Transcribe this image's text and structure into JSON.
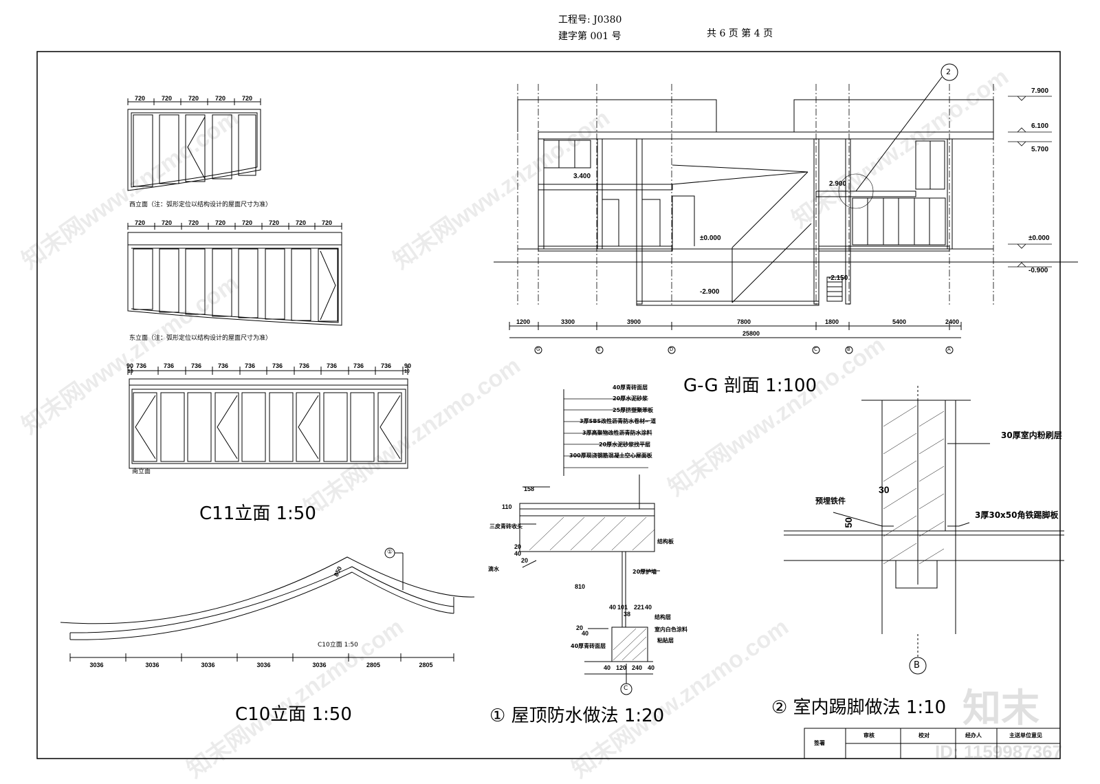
{
  "header": {
    "project_no": "工程号: J0380",
    "doc_no": "建字第   001   号",
    "pages": "共 6 页   第 4 页"
  },
  "drawings": {
    "c11": {
      "title": "C11立面   1:50",
      "west_caption": "西立面（注：弧形定位以结构设计的屋面尺寸为准）",
      "east_caption": "东立面（注：弧形定位以结构设计的屋面尺寸为准）",
      "south_caption": "南立面",
      "west_dims": [
        "720",
        "720",
        "720",
        "720",
        "720"
      ],
      "east_dims": [
        "720",
        "720",
        "720",
        "720",
        "720",
        "720",
        "720",
        "720"
      ],
      "south_dims": [
        "90",
        "736",
        "736",
        "736",
        "736",
        "736",
        "736",
        "736",
        "736",
        "736",
        "736",
        "90"
      ],
      "south_small_dims": [
        "10",
        "10"
      ]
    },
    "c10": {
      "title": "C10立面  1:50",
      "inner_caption": "C10立面  1:50",
      "ridge_dim": "850",
      "dims": [
        "3036",
        "3036",
        "3036",
        "3036",
        "3036",
        "2805",
        "2805"
      ],
      "callout": "①"
    },
    "gg": {
      "title": "G-G  剖面   1:100",
      "callout": "2",
      "elevations_right": [
        "7.900",
        "6.100",
        "5.700",
        "±0.000",
        "-0.900"
      ],
      "levels_inside": [
        "3.400",
        "2.900",
        "±0.000",
        "-2.150",
        "-2.900"
      ],
      "dims": [
        "1200",
        "3300",
        "3900",
        "7800",
        "1800",
        "5400",
        "2400"
      ],
      "total": "25800",
      "axes": [
        "G",
        "E",
        "D",
        "C",
        "B",
        "A"
      ]
    },
    "roof": {
      "title": "① 屋顶防水做法   1:20",
      "layers": [
        "40厚青砖面层",
        "20厚水泥砂浆",
        "25厚挤塑聚苯板",
        "3厚SBS改性沥青防水卷材一道",
        "3厚高聚物改性沥青防水涂料",
        "20厚水泥砂浆找平层",
        "300厚现浇钢筋混凝土空心屋面板"
      ],
      "dims_top": [
        "158"
      ],
      "dims_left": [
        "110",
        "20",
        "40",
        "20",
        "810",
        "20",
        "40"
      ],
      "dims_bottom": [
        "40",
        "120",
        "240",
        "40"
      ],
      "dims_mid": [
        "40",
        "101",
        "221",
        "40",
        "38"
      ],
      "notes": [
        "三皮青砖收头",
        "滴水",
        "结构板",
        "20厚护墙",
        "结构层",
        "室内白色涂料",
        "粘贴层",
        "40厚青砖面层"
      ],
      "axis": "C"
    },
    "skirting": {
      "title": "② 室内踢脚做法   1:10",
      "notes": [
        "30厚室内粉刷层",
        "预埋铁件",
        "3厚30x50角铁踢脚板"
      ],
      "dims": [
        "30",
        "50"
      ],
      "axis": "B"
    }
  },
  "title_block": {
    "cells": [
      "签署",
      "审核",
      "校对",
      "经办人",
      "主送单位意见"
    ]
  },
  "watermark": {
    "site": "知末网www.znzmo.com",
    "logo": "知末",
    "id": "ID: 1159987367"
  }
}
